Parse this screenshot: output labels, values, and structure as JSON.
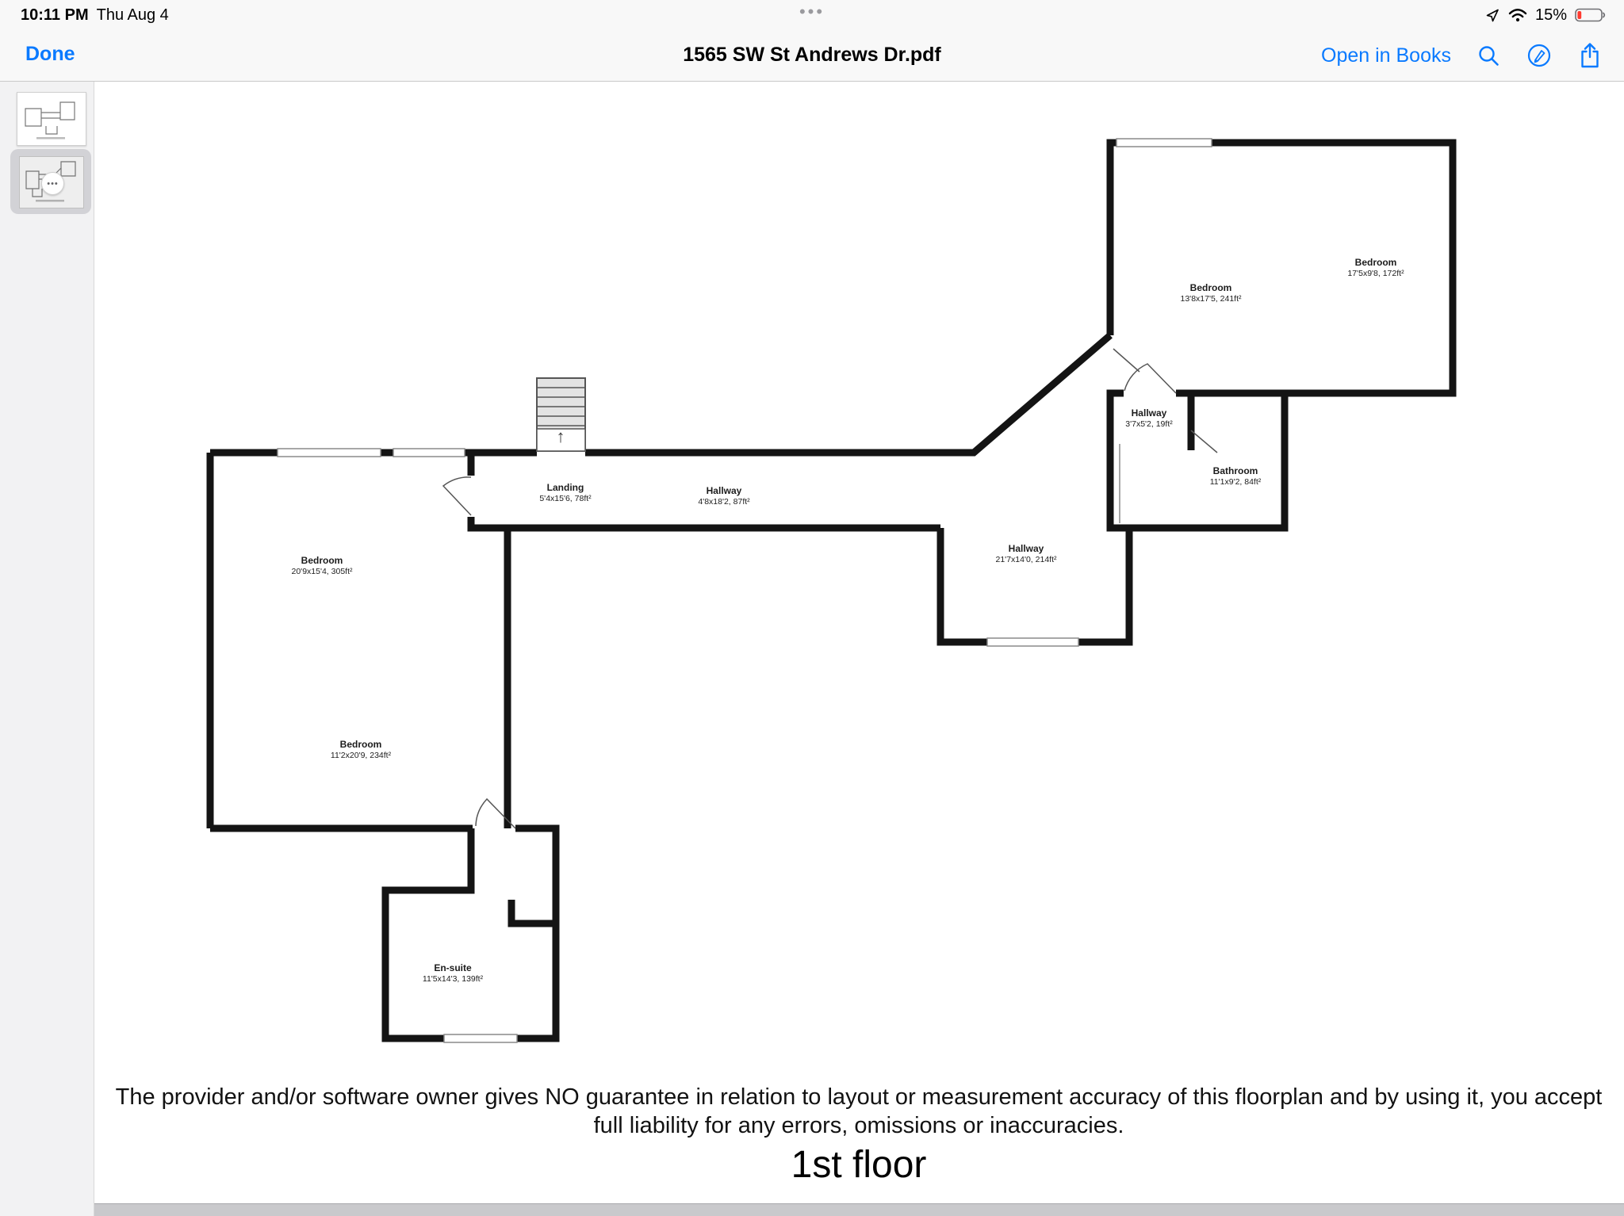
{
  "status_bar": {
    "time": "10:11 PM",
    "date": "Thu Aug 4",
    "battery_percent": "15%",
    "home_indicator": "•••"
  },
  "nav_bar": {
    "done_label": "Done",
    "title": "1565 SW St Andrews Dr.pdf",
    "open_in_books_label": "Open in Books"
  },
  "icons": {
    "search": "magnifier",
    "markup": "pen-in-circle",
    "share": "square-with-up-arrow",
    "wifi": "wifi-waves",
    "location": "location-arrow",
    "battery": "battery-low-red"
  },
  "sidebar": {
    "page_menu_dots": "•••"
  },
  "plan": {
    "stairs_arrow": "↑",
    "rooms": [
      {
        "name": "Bedroom",
        "dims": "17'5x9'8, 172ft²"
      },
      {
        "name": "Bedroom",
        "dims": "13'8x17'5, 241ft²"
      },
      {
        "name": "Hallway",
        "dims": "3'7x5'2, 19ft²"
      },
      {
        "name": "Bathroom",
        "dims": "11'1x9'2, 84ft²"
      },
      {
        "name": "Hallway",
        "dims": "21'7x14'0, 214ft²"
      },
      {
        "name": "Landing",
        "dims": "5'4x15'6, 78ft²"
      },
      {
        "name": "Hallway",
        "dims": "4'8x18'2, 87ft²"
      },
      {
        "name": "Bedroom",
        "dims": "20'9x15'4, 305ft²"
      },
      {
        "name": "Bedroom",
        "dims": "11'2x20'9, 234ft²"
      },
      {
        "name": "En-suite",
        "dims": "11'5x14'3, 139ft²"
      }
    ],
    "disclaimer_line1": "The provider and/or software owner gives NO guarantee in relation to layout or measurement accuracy of this floorplan and by using it, you accept",
    "disclaimer_line2": "full liability for any errors, omissions or inaccuracies.",
    "floor_label": "1st floor"
  }
}
